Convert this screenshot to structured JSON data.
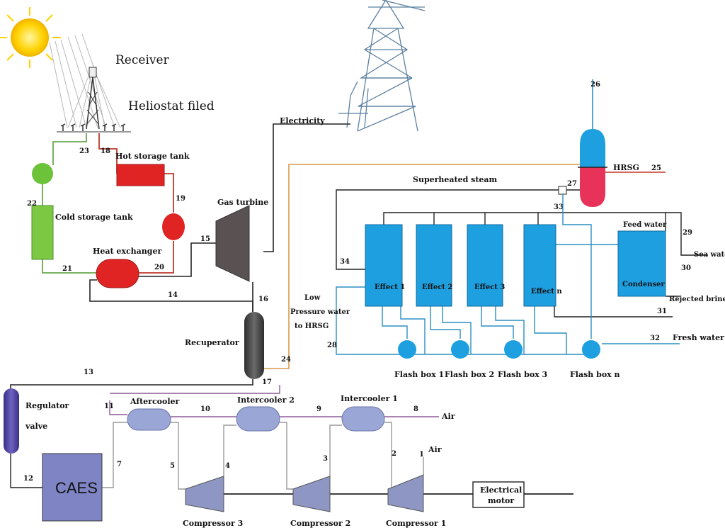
{
  "labels": {
    "receiver": "Receiver",
    "heliostat": "Heliostat filed",
    "hot_tank": "Hot storage tank",
    "cold_tank": "Cold storage tank",
    "heat_exchanger": "Heat exchanger",
    "gas_turbine": "Gas turbine",
    "electricity": "Electricity",
    "hrsg": "HRSG",
    "superheated": "Superheated steam",
    "recuperator": "Recuperator",
    "low_pressure_1": "Low",
    "low_pressure_2": "Pressure water",
    "low_pressure_3": "to HRSG",
    "effect1": "Effect 1",
    "effect2": "Effect 2",
    "effect3": "Effect 3",
    "effectn": "Effect n",
    "condenser": "Condenser",
    "feed_water": "Feed water",
    "sea_water": "Sea water",
    "rejected_brine": "Rejected brine",
    "fresh_water": "Fresh water",
    "flash1": "Flash box 1",
    "flash2": "Flash box 2",
    "flash3": "Flash box 3",
    "flashn": "Flash box n",
    "regulator_1": "Regulator",
    "regulator_2": "valve",
    "caes": "CAES",
    "aftercooler": "Aftercooler",
    "intercooler2": "Intercooler 2",
    "intercooler1": "Intercooler 1",
    "air_top": "Air",
    "air_bottom": "Air",
    "compressor3": "Compressor 3",
    "compressor2": "Compressor 2",
    "compressor1": "Compressor 1",
    "motor_1": "Electrical",
    "motor_2": "motor"
  },
  "streams": {
    "s1": "1",
    "s2": "2",
    "s3": "3",
    "s4": "4",
    "s5": "5",
    "s7": "7",
    "s8": "8",
    "s9": "9",
    "s10": "10",
    "s11": "11",
    "s12": "12",
    "s13": "13",
    "s14": "14",
    "s15": "15",
    "s16": "16",
    "s17": "17",
    "s18": "18",
    "s19": "19",
    "s20": "20",
    "s21": "21",
    "s22": "22",
    "s23": "23",
    "s24": "24",
    "s25": "25",
    "s26": "26",
    "s27": "27",
    "s28": "28",
    "s29": "29",
    "s30": "30",
    "s31": "31",
    "s32": "32",
    "s33": "33",
    "s34": "34"
  },
  "colors": {
    "red_loop": "#c0392b",
    "green_loop": "#6aa84f",
    "water": "#2b8fc4",
    "effect_fill": "#1e9fe0",
    "dark_line": "#222222",
    "purple_line": "#8e5a9a",
    "orange_line": "#d99a4a",
    "air_equip": "#9aa6d6",
    "compressor": "#8e97c4",
    "caes_fill": "#7f85c4",
    "regulator": "#4a3f9a"
  }
}
